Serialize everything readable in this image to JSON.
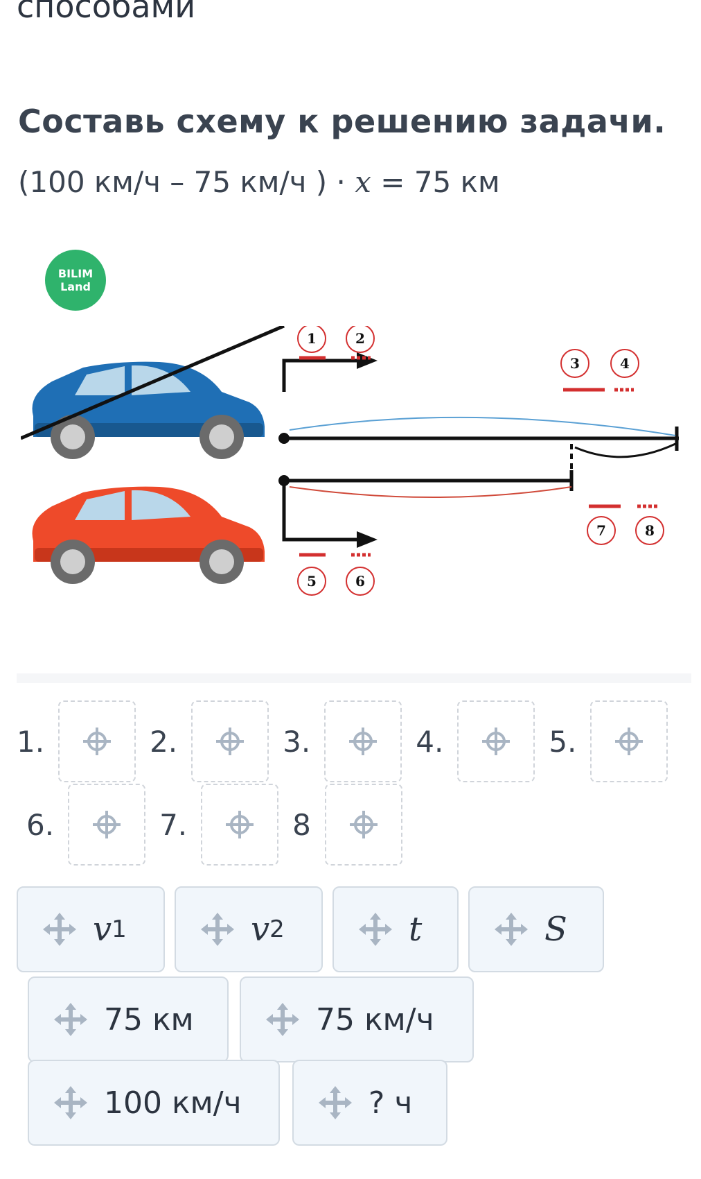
{
  "header": {
    "top_text": "способами",
    "title": "Составь схему к решению задачи.",
    "equation": {
      "left": "(100 км/ч – 75 км/ч ) ·",
      "variable": "x",
      "right": "= 75 км"
    }
  },
  "logo": {
    "line1": "BILIM",
    "line2": "Land",
    "color": "#2fb36c"
  },
  "diagram": {
    "markers": [
      "1",
      "2",
      "3",
      "4",
      "5",
      "6",
      "7",
      "8"
    ],
    "colors": {
      "blue_car": "#1f6fb5",
      "red_car": "#ee4a2a",
      "marker": "#d32f2f",
      "arrow": "#111111"
    }
  },
  "answer_slots": [
    {
      "label": "1."
    },
    {
      "label": "2."
    },
    {
      "label": "3."
    },
    {
      "label": "4."
    },
    {
      "label": "5."
    },
    {
      "label": "6."
    },
    {
      "label": "7."
    },
    {
      "label": "8"
    }
  ],
  "options": [
    {
      "var": "v",
      "sub": "1"
    },
    {
      "var": "v",
      "sub": "2"
    },
    {
      "var": "t",
      "sub": ""
    },
    {
      "var": "S",
      "sub": ""
    },
    {
      "text": "75 км"
    },
    {
      "text": "75 км/ч"
    },
    {
      "text": "100 км/ч"
    },
    {
      "text": "? ч"
    }
  ],
  "ui_colors": {
    "chip_bg": "#f1f6fb",
    "chip_border": "#d3dbe3",
    "icon": "#a9b5c3"
  }
}
